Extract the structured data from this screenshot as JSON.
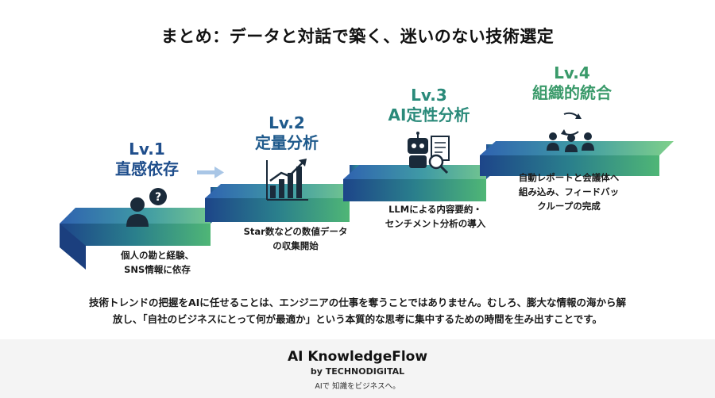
{
  "title": "まとめ：データと対話で築く、迷いのない技術選定",
  "levels": [
    {
      "num": "Lv.1",
      "name": "直感依存",
      "desc": [
        "個人の勘と経験、",
        "SNS情報に依存"
      ],
      "color": "#1f4e8c",
      "icon": "person-question-icon"
    },
    {
      "num": "Lv.2",
      "name": "定量分析",
      "desc": [
        "Star数などの数値データ",
        "の収集開始"
      ],
      "color": "#1f5a8c",
      "icon": "bar-chart-growth-icon"
    },
    {
      "num": "Lv.3",
      "name": "AI定性分析",
      "desc": [
        "LLMによる内容要約・",
        "センチメント分析の導入"
      ],
      "color": "#2a8a7a",
      "icon": "robot-document-icon"
    },
    {
      "num": "Lv.4",
      "name": "組織的統合",
      "desc": [
        "自動レポートと会議体へ",
        "組み込み、フィードバッ",
        "クループの完成"
      ],
      "color": "#3a9a6a",
      "icon": "team-cycle-icon"
    }
  ],
  "summary": [
    "技術トレンドの把握をAIに任せることは、エンジニアの仕事を奪うことではありません。むしろ、膨大な情報の海から解",
    "放し、「自社のビジネスにとって何が最適か」という本質的な思考に集中するための時間を生み出すことです。"
  ],
  "footer": {
    "brand": "AI KnowledgeFlow",
    "by": "by TECHNODIGITAL",
    "tagline": "AIで 知識をビジネスへ。"
  }
}
